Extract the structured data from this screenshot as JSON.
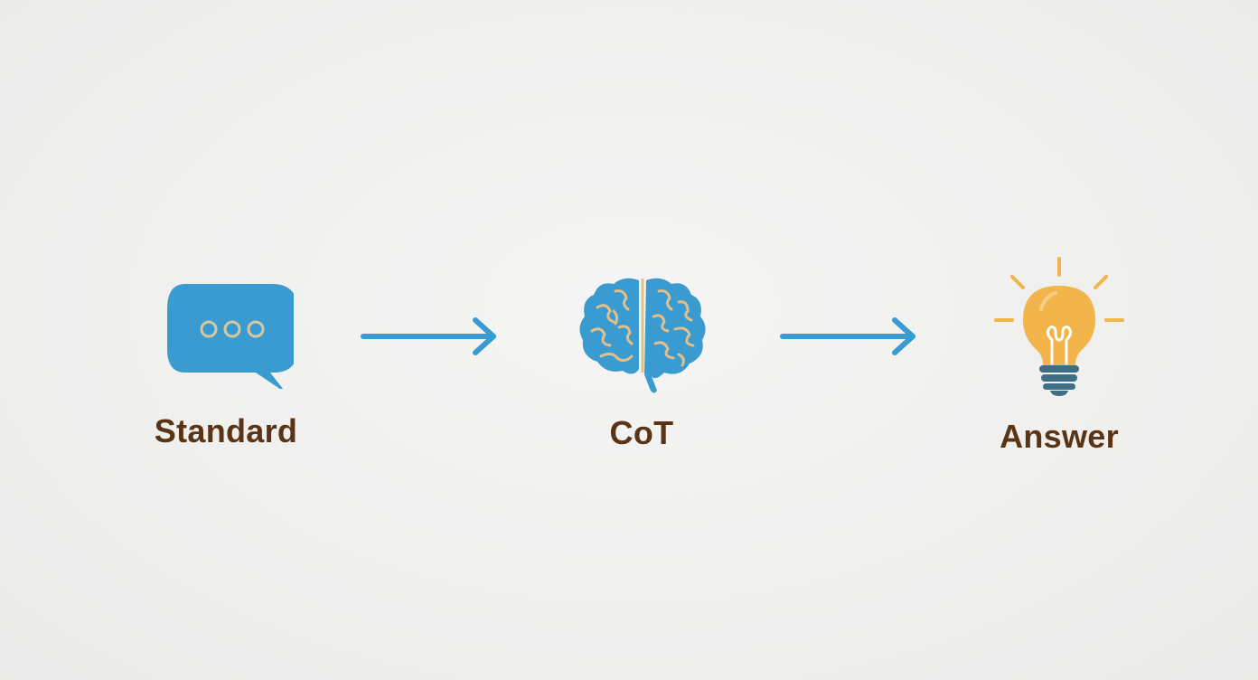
{
  "diagram": {
    "nodes": [
      {
        "id": "standard",
        "label": "Standard",
        "icon": "chat-bubble-icon"
      },
      {
        "id": "cot",
        "label": "CoT",
        "icon": "brain-icon"
      },
      {
        "id": "answer",
        "label": "Answer",
        "icon": "lightbulb-icon"
      }
    ],
    "edges": [
      {
        "from": "standard",
        "to": "cot"
      },
      {
        "from": "cot",
        "to": "answer"
      }
    ]
  },
  "colors": {
    "accent_blue": "#3a9bd0",
    "brain_gold": "#e3c089",
    "bulb_yellow": "#f2b54b",
    "bulb_base": "#3e6f84",
    "label_brown": "#5a3414",
    "background": "#efefee"
  }
}
